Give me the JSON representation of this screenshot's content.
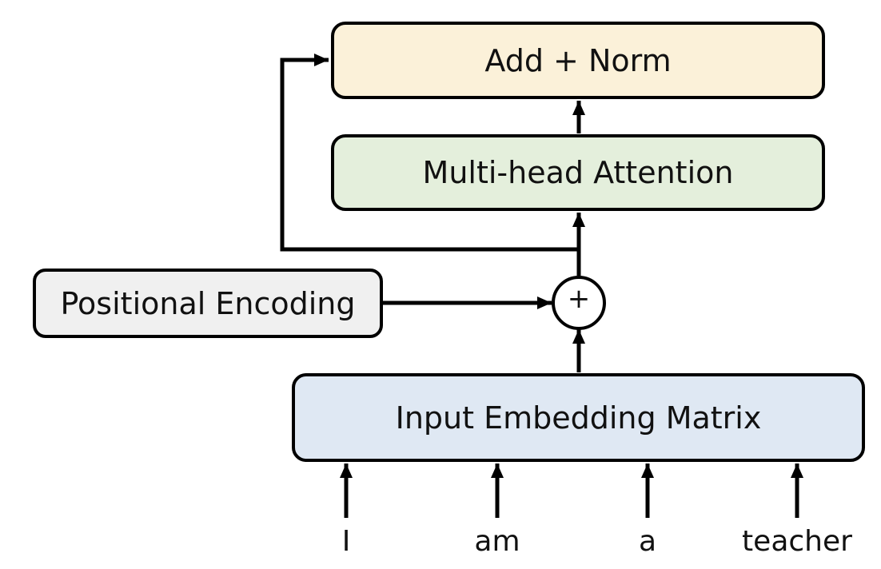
{
  "blocks": {
    "add_norm": "Add + Norm",
    "multi_head_attention": "Multi-head Attention",
    "positional_encoding": "Positional Encoding",
    "input_embedding": "Input Embedding Matrix"
  },
  "adder_symbol": "+",
  "tokens": [
    "I",
    "am",
    "a",
    "teacher"
  ],
  "colors": {
    "add_norm_fill": "#fbf1d9",
    "multi_head_attention_fill": "#e4efdc",
    "positional_encoding_fill": "#f0f0f0",
    "input_embedding_fill": "#dfe8f3",
    "stroke": "#000000"
  }
}
